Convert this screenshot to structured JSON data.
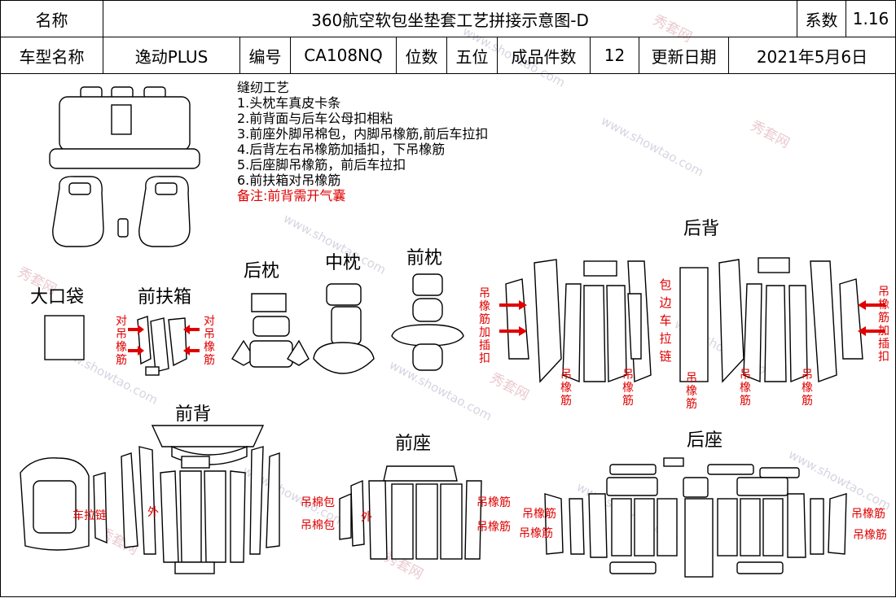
{
  "header": {
    "name_label": "名称",
    "title": "360航空软包坐垫套工艺拼接示意图-D",
    "coef_label": "系数",
    "coef_value": "1.16",
    "model_label": "车型名称",
    "model_value": "逸动PLUS",
    "code_label": "编号",
    "code_value": "CA108NQ",
    "seat_label": "位数",
    "seat_value": "五位",
    "pieces_label": "成品件数",
    "pieces_value": "12",
    "date_label": "更新日期",
    "date_value": "2021年5月6日"
  },
  "process": {
    "title": "缝纫工艺",
    "steps": [
      "1.头枕车真皮卡条",
      "2.前背面与后车公母扣相粘",
      "3.前座外脚吊棉包，内脚吊橡筋,前后车拉扣",
      "4.后背左右吊橡筋加插扣，下吊橡筋",
      "5.后座脚吊橡筋，前后车拉扣",
      "6.前扶箱对吊橡筋"
    ],
    "note": "备注:前背需开气囊"
  },
  "sections": {
    "big_pocket": "大口袋",
    "front_armrest": "前扶箱",
    "rear_pillow": "后枕",
    "mid_pillow": "中枕",
    "front_pillow": "前枕",
    "rear_back": "后背",
    "front_back": "前背",
    "front_seat": "前座",
    "rear_seat": "后座"
  },
  "annotations": {
    "armrest_left": "对吊橡筋",
    "armrest_right": "对吊橡筋",
    "rear_back_left": "吊橡筋加插扣",
    "rear_back_right": "吊橡筋加插扣",
    "rear_back_center": "包边车拉链",
    "rear_back_bottom_1": "吊橡筋",
    "rear_back_bottom_2": "吊橡筋",
    "rear_back_bottom_3": "吊橡筋",
    "rear_back_bottom_4": "吊橡筋",
    "rear_back_bottom_5": "吊橡筋",
    "front_back_zip": "车拉链",
    "front_back_outer": "外",
    "front_seat_cotton_1": "吊棉包",
    "front_seat_cotton_2": "吊棉包",
    "front_seat_outer": "外",
    "front_seat_band_1": "吊橡筋",
    "front_seat_band_2": "吊橡筋",
    "rear_seat_band_l1": "吊橡筋",
    "rear_seat_band_l2": "吊橡筋",
    "rear_seat_band_r1": "吊橡筋",
    "rear_seat_band_r2": "吊橡筋"
  },
  "watermark": {
    "text_en": "www.showtao.com",
    "text_cn": "秀套网"
  }
}
